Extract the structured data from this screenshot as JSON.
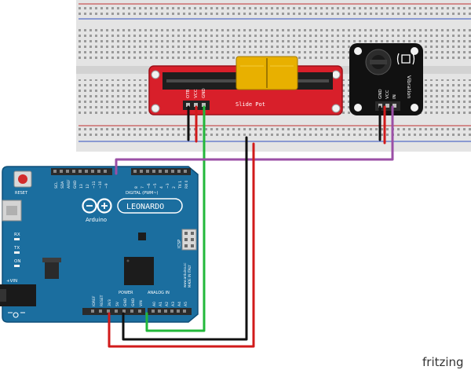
{
  "arduino": {
    "brand": "Arduino",
    "model": "LEONARDO",
    "reset_label": "RESET",
    "digital_header_label": "DIGITAL (PWM~)",
    "power_header_label": "POWER",
    "analog_header_label": "ANALOG IN",
    "icsp_label": "ICSP",
    "vin_label": "+VIN",
    "led_labels": [
      "RX",
      "TX",
      "ON"
    ],
    "top_pin_labels": [
      "SCL",
      "SDA",
      "AREF",
      "GND",
      "13",
      "12",
      "~11",
      "~10",
      "~9",
      "8",
      "7",
      "~6",
      "~5",
      "4",
      "~3",
      "2",
      "TX 1",
      "RX 0"
    ],
    "power_pin_labels": [
      "IOREF",
      "RESET",
      "3V3",
      "5V",
      "GND",
      "GND",
      "VIN"
    ],
    "analog_pin_labels": [
      "A0",
      "A1",
      "A2",
      "A3",
      "A4",
      "A5"
    ],
    "side_text": "www.arduino.cc",
    "side_text_2": "MADE IN ITALY",
    "colors": {
      "board": "#1b6e9f",
      "board_edge": "#0f4f78",
      "header": "#2b2b2b"
    }
  },
  "slide_pot": {
    "label": "Slide Pot",
    "pin_labels": [
      "OTB",
      "VCC",
      "GND"
    ],
    "colors": {
      "board": "#d81f2a",
      "knob": "#e8b000"
    }
  },
  "vibration_module": {
    "label": "Vibration",
    "pin_labels": [
      "GND",
      "VCC",
      "IN"
    ],
    "colors": {
      "board": "#111111"
    }
  },
  "wires": {
    "colors": {
      "red": "#d11a1a",
      "black": "#111111",
      "green": "#22b83a",
      "purple": "#9b4fa6"
    }
  },
  "watermark": "fritzing"
}
